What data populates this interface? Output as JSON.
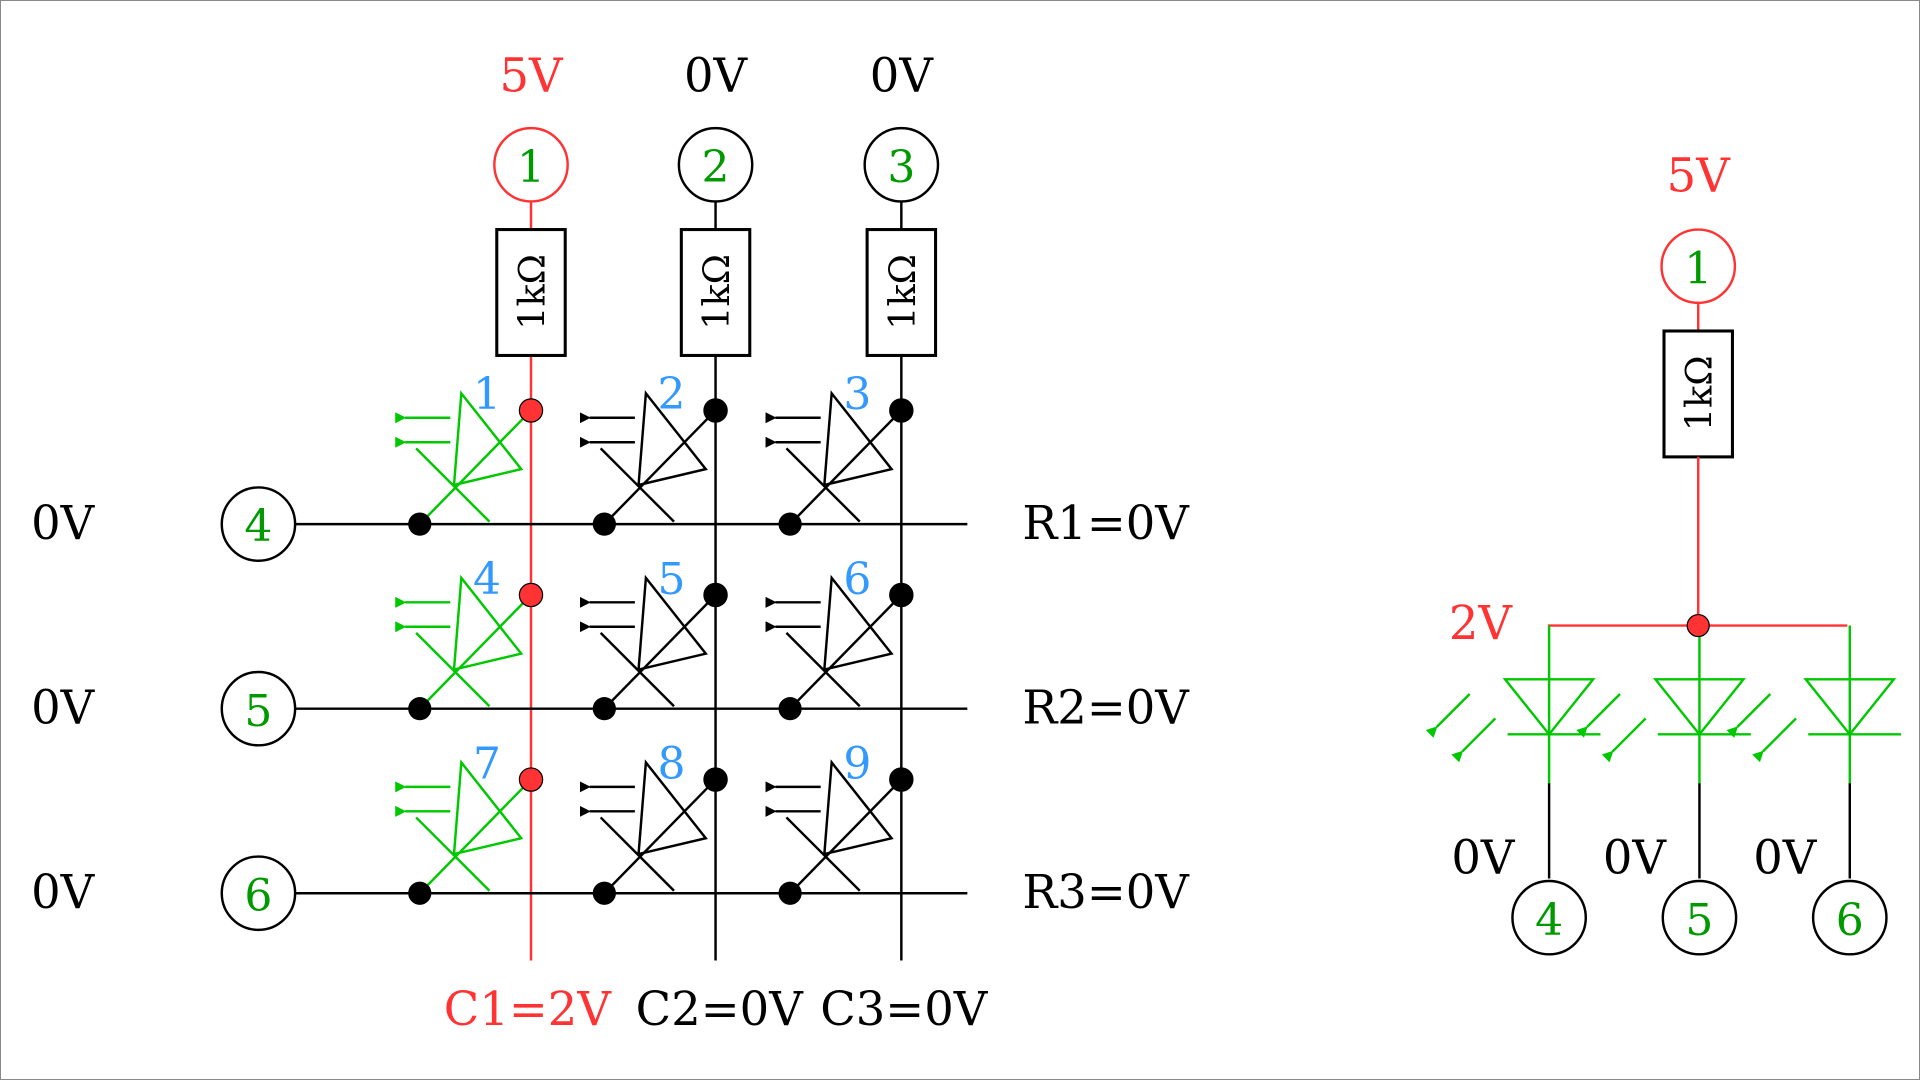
{
  "colors": {
    "active": "#ff3333",
    "wire": "#000000",
    "led_on": "#00c800",
    "node_text": "#009900",
    "led_index": "#3399ff"
  },
  "matrix": {
    "columns": [
      {
        "pin": "1",
        "supply": "5V",
        "resistor": "1kΩ",
        "bottom_label": "C1=2V",
        "active": true
      },
      {
        "pin": "2",
        "supply": "0V",
        "resistor": "1kΩ",
        "bottom_label": "C2=0V",
        "active": false
      },
      {
        "pin": "3",
        "supply": "0V",
        "resistor": "1kΩ",
        "bottom_label": "C3=0V",
        "active": false
      }
    ],
    "rows": [
      {
        "pin": "4",
        "left_label": "0V",
        "right_label": "R1=0V"
      },
      {
        "pin": "5",
        "left_label": "0V",
        "right_label": "R2=0V"
      },
      {
        "pin": "6",
        "left_label": "0V",
        "right_label": "R3=0V"
      }
    ],
    "leds": [
      {
        "index": "1",
        "lit": true
      },
      {
        "index": "2",
        "lit": false
      },
      {
        "index": "3",
        "lit": false
      },
      {
        "index": "4",
        "lit": true
      },
      {
        "index": "5",
        "lit": false
      },
      {
        "index": "6",
        "lit": false
      },
      {
        "index": "7",
        "lit": true
      },
      {
        "index": "8",
        "lit": false
      },
      {
        "index": "9",
        "lit": false
      }
    ]
  },
  "equivalent": {
    "supply": "5V",
    "pin": "1",
    "resistor": "1kΩ",
    "node_voltage": "2V",
    "branches": [
      {
        "pin": "4",
        "label": "0V"
      },
      {
        "pin": "5",
        "label": "0V"
      },
      {
        "pin": "6",
        "label": "0V"
      }
    ]
  }
}
